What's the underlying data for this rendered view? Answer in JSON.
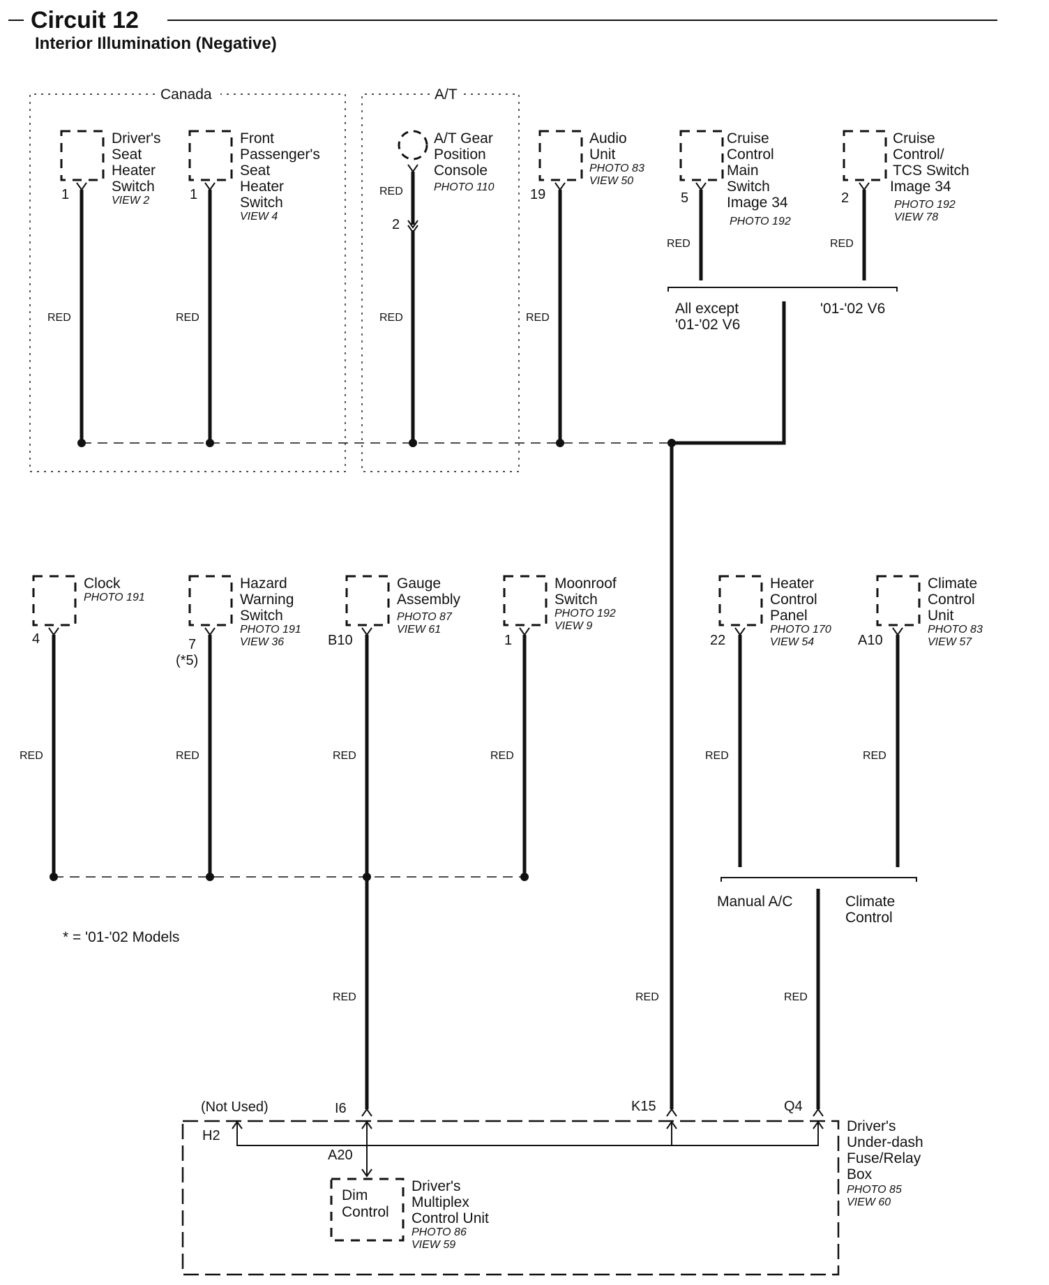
{
  "header": {
    "title": "Circuit 12",
    "subtitle": "Interior Illumination (Negative)"
  },
  "groups": {
    "canada": "Canada",
    "at": "A/T"
  },
  "wire_color": "RED",
  "components": {
    "drivers_seat_heater": {
      "lines": [
        "Driver's",
        "Seat",
        "Heater",
        "Switch"
      ],
      "refs": [
        "VIEW 2"
      ],
      "pin": "1"
    },
    "front_pass_seat_heater": {
      "lines": [
        "Front",
        "Passenger's",
        "Seat",
        "Heater",
        "Switch"
      ],
      "refs": [
        "VIEW 4"
      ],
      "pin": "1"
    },
    "at_gear": {
      "lines": [
        "A/T Gear",
        "Position",
        "Console"
      ],
      "refs": [
        "PHOTO 110"
      ],
      "pin": "2"
    },
    "audio": {
      "lines": [
        "Audio",
        "Unit"
      ],
      "refs": [
        "PHOTO 83",
        "VIEW 50"
      ],
      "pin": "19"
    },
    "cruise_main": {
      "lines": [
        "Cruise",
        "Control",
        "Main",
        "Switch",
        "Image 34"
      ],
      "refs": [
        "PHOTO 192"
      ],
      "pin": "5"
    },
    "cruise_tcs": {
      "lines": [
        "Cruise",
        "Control/",
        "TCS Switch",
        "Image 34"
      ],
      "refs": [
        "PHOTO 192",
        "VIEW 78"
      ],
      "pin": "2"
    },
    "clock": {
      "lines": [
        "Clock"
      ],
      "refs": [
        "PHOTO 191"
      ],
      "pin": "4"
    },
    "hazard": {
      "lines": [
        "Hazard",
        "Warning",
        "Switch"
      ],
      "refs": [
        "PHOTO 191",
        "VIEW 36"
      ],
      "pin": "7",
      "pin_note": "(*5)"
    },
    "gauge": {
      "lines": [
        "Gauge",
        "Assembly"
      ],
      "refs": [
        "PHOTO 87",
        "VIEW 61"
      ],
      "pin": "B10"
    },
    "moonroof": {
      "lines": [
        "Moonroof",
        "Switch"
      ],
      "refs": [
        "PHOTO 192",
        "VIEW 9"
      ],
      "pin": "1"
    },
    "heater_panel": {
      "lines": [
        "Heater",
        "Control",
        "Panel"
      ],
      "refs": [
        "PHOTO 170",
        "VIEW 54"
      ],
      "pin": "22"
    },
    "climate_unit": {
      "lines": [
        "Climate",
        "Control",
        "Unit"
      ],
      "refs": [
        "PHOTO 83",
        "VIEW 57"
      ],
      "pin": "A10"
    }
  },
  "branches": {
    "all_except": [
      "All except",
      "'01-'02 V6"
    ],
    "v6": "'01-'02 V6",
    "manual_ac": "Manual A/C",
    "climate_control": [
      "Climate",
      "Control"
    ]
  },
  "footnote": "* = '01-'02 Models",
  "fuse_box": {
    "lines": [
      "Driver's",
      "Under-dash",
      "Fuse/Relay",
      "Box"
    ],
    "refs": [
      "PHOTO 85",
      "VIEW 60"
    ],
    "not_used": "(Not Used)",
    "pins": {
      "h2": "H2",
      "i6": "I6",
      "k15": "K15",
      "q4": "Q4",
      "a20": "A20"
    }
  },
  "mcu": {
    "inner": [
      "Dim",
      "Control"
    ],
    "lines": [
      "Driver's",
      "Multiplex",
      "Control Unit"
    ],
    "refs": [
      "PHOTO 86",
      "VIEW 59"
    ]
  }
}
